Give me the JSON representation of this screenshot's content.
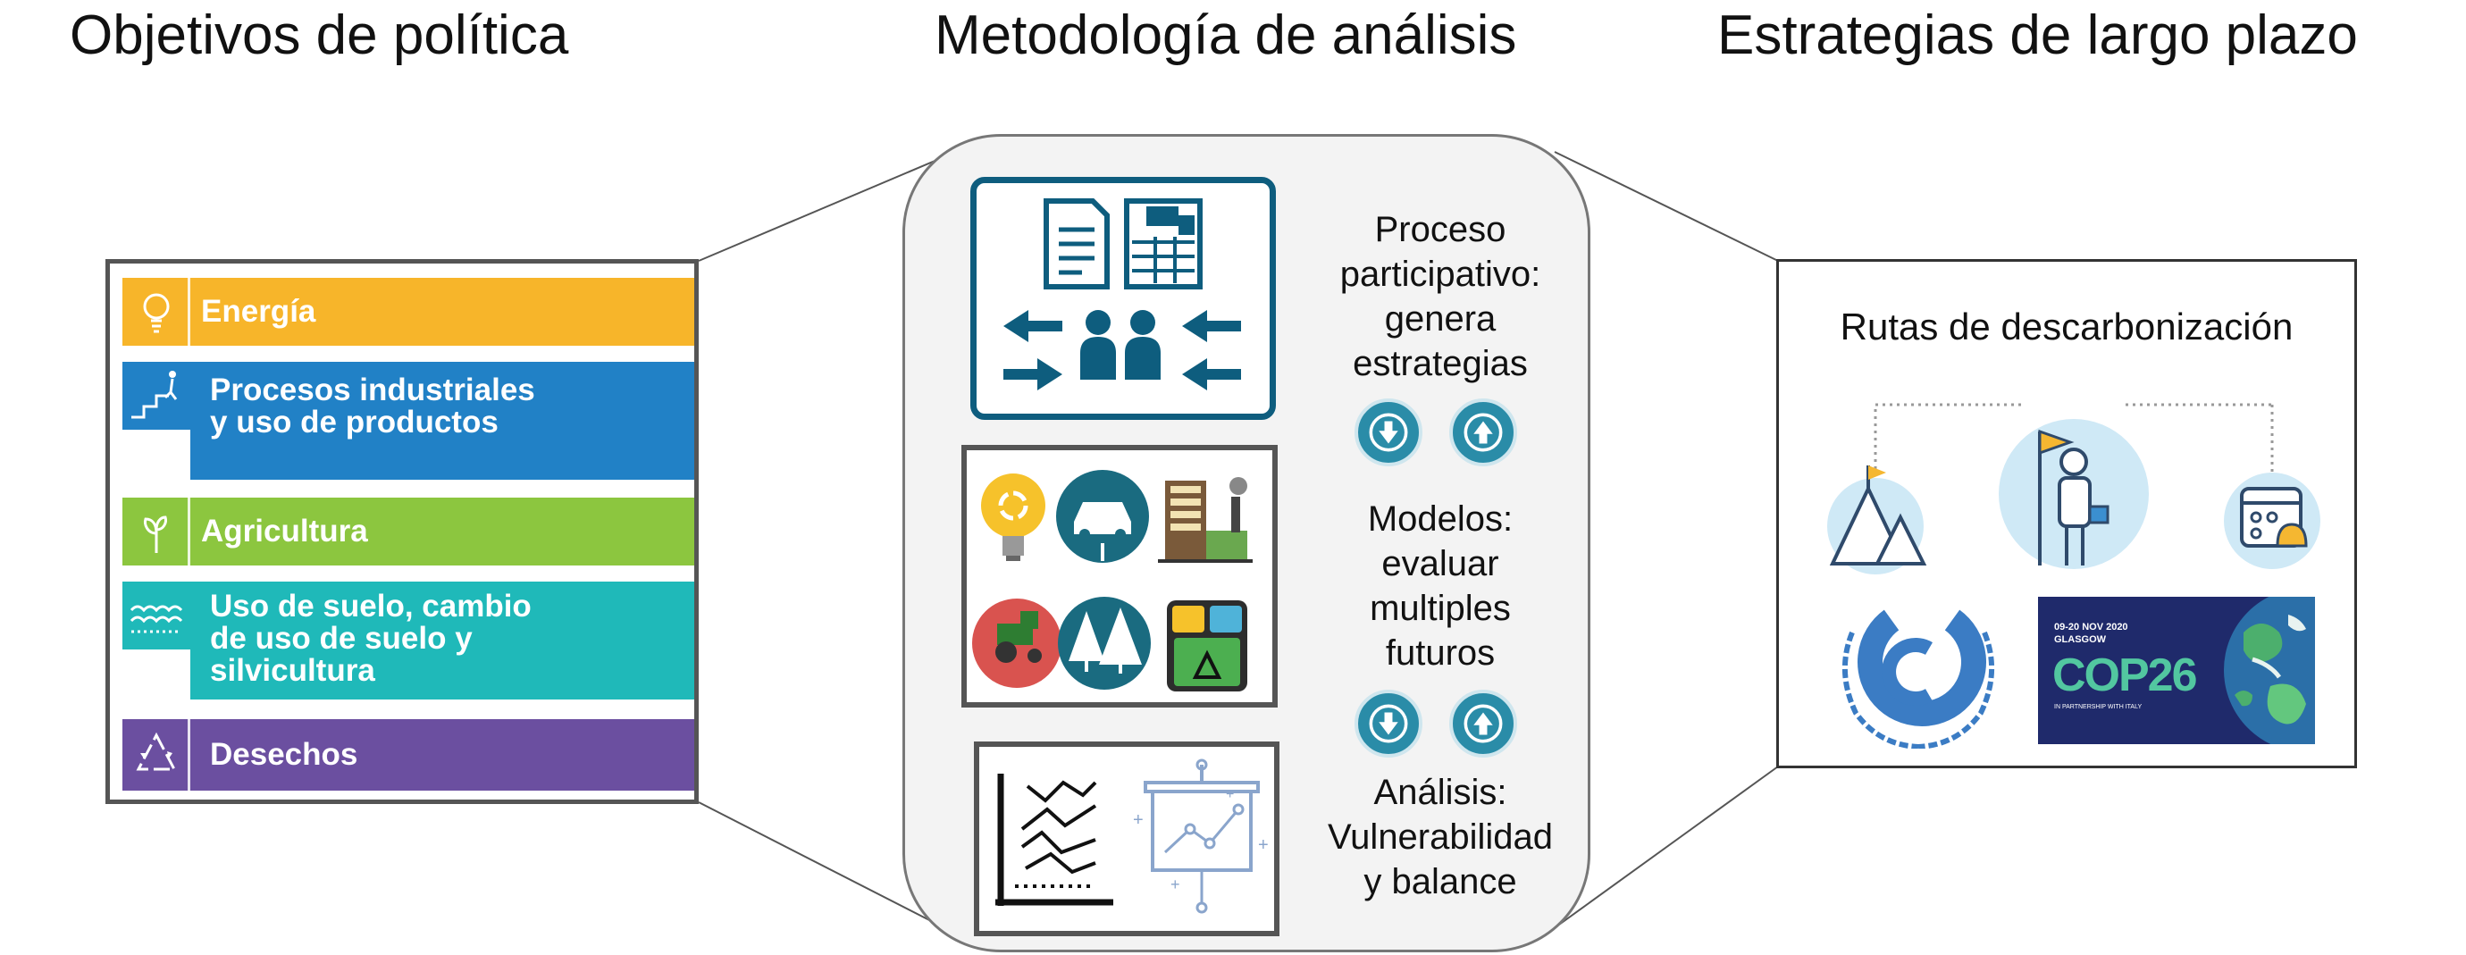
{
  "columns": {
    "left_title": "Objetivos de política",
    "middle_title": "Metodología de análisis",
    "right_title": "Estrategias de largo plazo"
  },
  "policy_sectors": [
    {
      "label": "Energía",
      "color": "#f7b52a",
      "icon": "lightbulb-icon"
    },
    {
      "label": "Procesos industriales\ny uso de productos",
      "color": "#2181c6",
      "icon": "stairs-person-icon"
    },
    {
      "label": "Agricultura",
      "color": "#8cc63f",
      "icon": "sprout-icon"
    },
    {
      "label": "Uso de suelo, cambio\nde uso de suelo y\nsilvicultura",
      "color": "#1fb9b9",
      "icon": "land-icon"
    },
    {
      "label": "Desechos",
      "color": "#6b4fa0",
      "icon": "recycle-icon"
    }
  ],
  "methodology": {
    "step1": "Proceso\nparticipativo:\ngenera\nestrategias",
    "step2": "Modelos:\nevaluar\nmultiples\nfuturos",
    "step3": "Análisis:\nVulnerabilidad\ny balance"
  },
  "strategies": {
    "title": "Rutas de descarbonización",
    "cop_title": "COP26",
    "cop_dates": "09-20 NOV 2020",
    "cop_city": "GLASGOW",
    "cop_partner": "IN PARTNERSHIP WITH ITALY"
  },
  "colors": {
    "teal": "#0e5d7e",
    "button": "#2a8ca8",
    "cop_bg": "#1f2a6b",
    "cop_green": "#52c7a0"
  }
}
